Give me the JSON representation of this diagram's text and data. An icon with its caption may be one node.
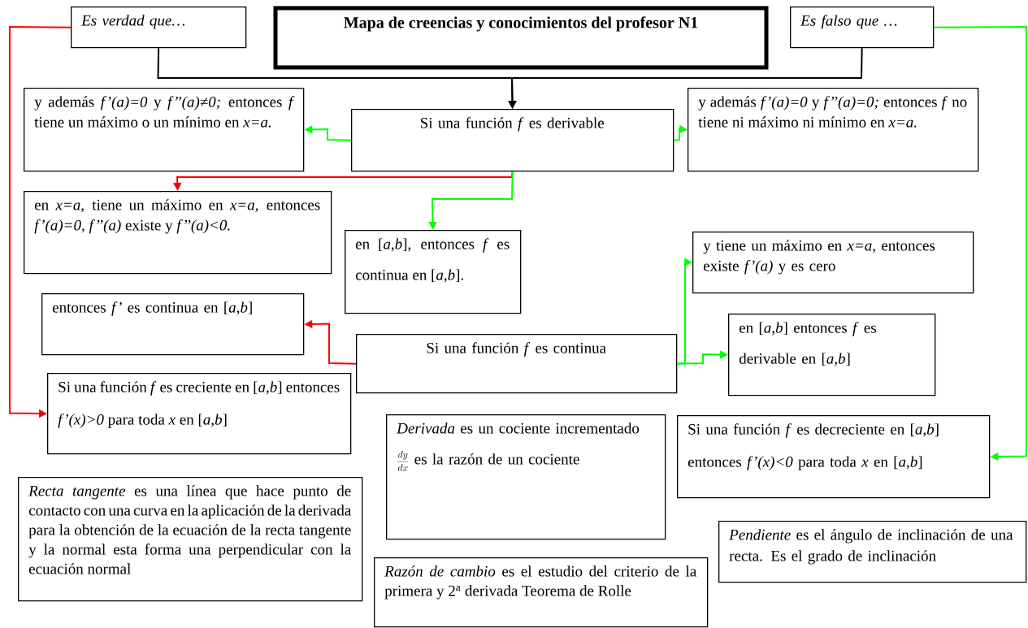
{
  "diagram": {
    "title": "Mapa de creencias y conocimientos del profesor N1",
    "nodes": [
      {
        "text": [
          "Es verdad que…"
        ]
      },
      {
        "text": [
          "Es falso que …"
        ]
      },
      {
        "text": [
          "Si una función *f* es derivable"
        ]
      },
      {
        "text": [
          "y además *f’(a)=0* y *f’’(a)≠0;* entonces *f* tiene un máximo o un mínimo en *x=a.*"
        ]
      },
      {
        "text": [
          "y además *f’(a)=0* y *f’’(a)=0;* entonces *f* no tiene ni máximo ni mínimo en *x=a.*"
        ]
      },
      {
        "text": [
          "en *x=a*, tiene un máximo en *x=a,* entonces *f’(a)=0, f’’(a)* existe y *f’’(a)<0.*"
        ]
      },
      {
        "text": [
          "en [*a*,*b*], entonces *f* es continua en [*a*,*b*]."
        ]
      },
      {
        "text": [
          "y tiene un máximo en *x=a*, entonces existe *f’(a)* y es cero"
        ]
      },
      {
        "text": [
          "entonces *f’* es continua en [*a*,*b*]"
        ]
      },
      {
        "text": [
          "Si una función *f* es continua"
        ]
      },
      {
        "text": [
          "en [*a*,*b*] entonces *f* es derivable en [*a*,*b*]"
        ]
      },
      {
        "text": [
          "Si una función *f* es creciente en [*a*,*b*] entonces *f’(x)>0* para toda *x* en [*a*,*b*]"
        ]
      },
      {
        "text": [
          "*Derivada* es un cociente incrementado",
          "\\frac{dy}{dx}",
          "es la razón de un cociente"
        ]
      },
      {
        "text": [
          "Si una función *f* es decreciente en [*a*,*b*] entonces *f’(x)<0* para toda *x* en [*a*,*b*]"
        ]
      },
      {
        "text": [
          "*Recta tangente* es una línea que hace punto de contacto con una curva en la aplicación de la derivada para la obtención de la ecuación de la recta tangente y la normal esta forma una perpendicular con la ecuación normal"
        ]
      },
      {
        "text": [
          "*Pendiente* es el ángulo de inclinación de una recta. Es el grado de inclinación"
        ]
      },
      {
        "text": [
          "*Razón de cambio* es el estudio del criterio de la primera y 2$^{a}$ derivada Teorema de Rolle"
        ]
      }
    ],
    "edges": [
      {
        "from": 0,
        "to": 2,
        "arrow": "to",
        "color": "#000000"
      },
      {
        "from": 1,
        "to": 2,
        "arrow": "to",
        "color": "#000000"
      },
      {
        "from": 0,
        "to": 11,
        "arrow": "to",
        "color": "#ff0000"
      },
      {
        "from": 1,
        "to": 13,
        "arrow": "to"
      },
      {
        "from": 2,
        "to": 3,
        "arrow": "to"
      },
      {
        "from": 2,
        "to": 4,
        "arrow": "to"
      },
      {
        "from": 2,
        "to": 5,
        "arrow": "to",
        "color": "#ff0000"
      },
      {
        "from": 2,
        "to": 6,
        "arrow": "to"
      },
      {
        "from": 9,
        "to": 8,
        "arrow": "to",
        "color": "#ff0000"
      },
      {
        "from": 9,
        "to": 7,
        "arrow": "to"
      },
      {
        "from": 9,
        "to": 10,
        "arrow": "to"
      }
    ]
  }
}
